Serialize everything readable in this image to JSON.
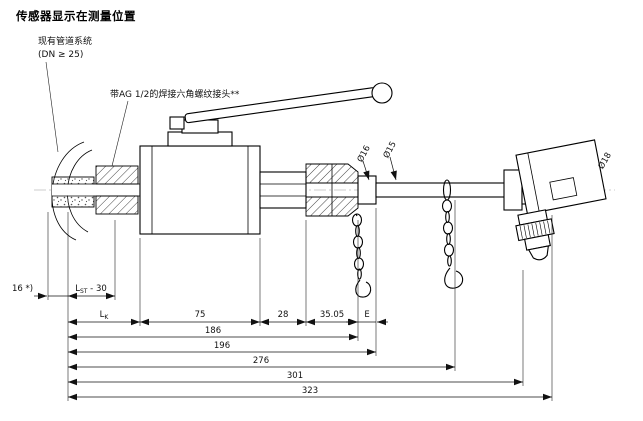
{
  "title": "传感器显示在测量位置",
  "labels": {
    "pipe_system": "现有管道系统",
    "pipe_system_note": "(DN ≥ 25)",
    "hex_joint": "带AG 1/2的焊接六角螺纹接头**"
  },
  "diameters": {
    "rod_outer": "Ø16",
    "rod_inner": "Ø15",
    "head_neck": "Ø18"
  },
  "dimensions": {
    "depth_16": "16 *)",
    "lst": {
      "prefix": "L",
      "sub": "ST",
      "suffix": " - 30"
    },
    "lk": {
      "prefix": "L",
      "sub": "K"
    },
    "seg_75": "75",
    "seg_28": "28",
    "seg_3505": "35.05",
    "seg_e": "E",
    "totals": [
      "186",
      "196",
      "276",
      "301",
      "323"
    ]
  }
}
